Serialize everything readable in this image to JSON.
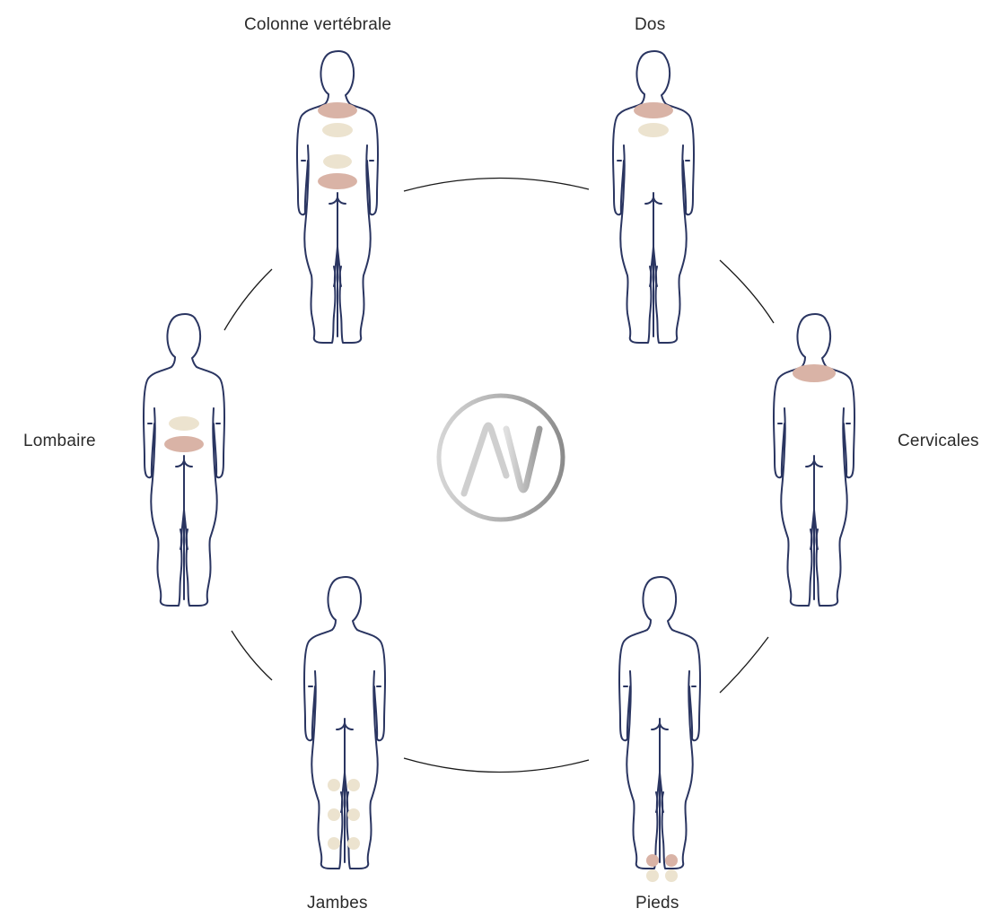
{
  "labels": {
    "spine": "Colonne vertébrale",
    "back": "Dos",
    "cervical": "Cervicales",
    "feet": "Pieds",
    "legs": "Jambes",
    "lumbar": "Lombaire"
  },
  "logo": {
    "text": "AV",
    "icon": "av-logo-icon"
  },
  "colors": {
    "outline": "#2a3561",
    "pink": "#d9b3a6",
    "cream": "#ece3cf",
    "arc": "#1a1a1a",
    "logo_light": "#d4d4d4",
    "logo_dark": "#8a8a8a"
  }
}
